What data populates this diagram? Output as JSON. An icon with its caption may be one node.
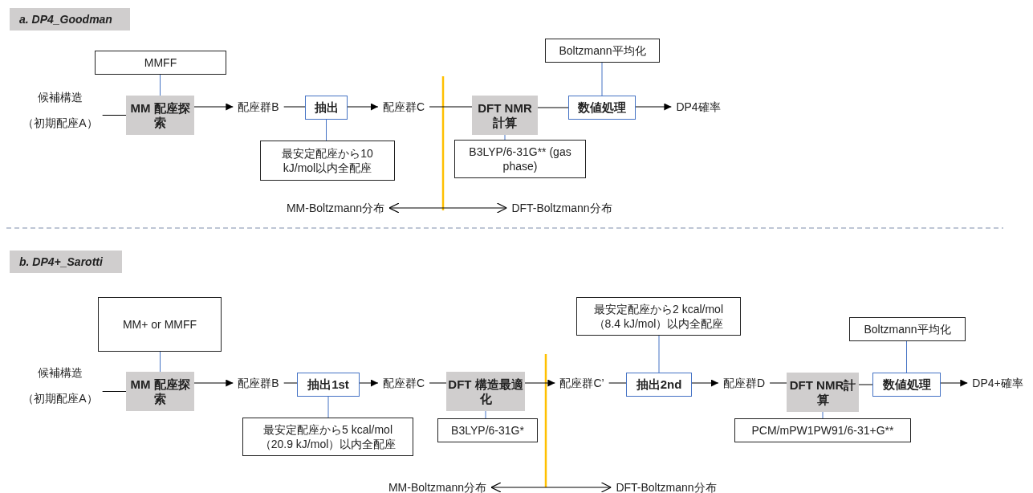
{
  "diagram": {
    "nodes": [
      {
        "text": [
          "a. DP4_Goodman"
        ]
      },
      {
        "text": [
          "候補構造",
          "（初期配座A）"
        ]
      },
      {
        "text": [
          "MM 配座探索"
        ]
      },
      {
        "text": [
          "MMFF"
        ]
      },
      {
        "text": [
          "配座群B"
        ]
      },
      {
        "text": [
          "抽出"
        ]
      },
      {
        "text": [
          "最安定配座から10 kJ/mol以内全配座"
        ]
      },
      {
        "text": [
          "配座群C"
        ]
      },
      {
        "text": [
          "DFT NMR計算"
        ]
      },
      {
        "text": [
          "B3LYP/6-31G** (gas phase)"
        ]
      },
      {
        "text": [
          "数値処理"
        ]
      },
      {
        "text": [
          "Boltzmann平均化"
        ]
      },
      {
        "text": [
          "DP4確率"
        ]
      },
      {
        "text": [
          "MM-Boltzmann分布"
        ]
      },
      {
        "text": [
          "DFT-Boltzmann分布"
        ]
      },
      {
        "text": [
          "b. DP4+_Sarotti"
        ]
      },
      {
        "text": [
          "候補構造",
          "（初期配座A）"
        ]
      },
      {
        "text": [
          "MM 配座探索"
        ]
      },
      {
        "text": [
          "MM+ or MMFF"
        ]
      },
      {
        "text": [
          "配座群B"
        ]
      },
      {
        "text": [
          "抽出1st"
        ]
      },
      {
        "text": [
          "最安定配座から5 kcal/mol（20.9 kJ/mol）以内全配座"
        ]
      },
      {
        "text": [
          "配座群C"
        ]
      },
      {
        "text": [
          "DFT 構造最適化"
        ]
      },
      {
        "text": [
          "B3LYP/6-31G*"
        ]
      },
      {
        "text": [
          "配座群C’"
        ]
      },
      {
        "text": [
          "抽出2nd"
        ]
      },
      {
        "text": [
          "最安定配座から2 kcal/mol（8.4 kJ/mol）以内全配座"
        ]
      },
      {
        "text": [
          "配座群D"
        ]
      },
      {
        "text": [
          "DFT NMR計算"
        ]
      },
      {
        "text": [
          "PCM/mPW1PW91/6-31+G**"
        ]
      },
      {
        "text": [
          "数値処理"
        ]
      },
      {
        "text": [
          "Boltzmann平均化"
        ]
      },
      {
        "text": [
          "DP4+確率"
        ]
      },
      {
        "text": [
          "MM-Boltzmann分布"
        ]
      },
      {
        "text": [
          "DFT-Boltzmann分布"
        ]
      }
    ],
    "edges": [
      {
        "from": 1,
        "to": 2,
        "arrow": "none"
      },
      {
        "from": 2,
        "to": 4,
        "arrow": "to"
      },
      {
        "from": 4,
        "to": 5,
        "arrow": "none"
      },
      {
        "from": 5,
        "to": 7,
        "arrow": "to"
      },
      {
        "from": 7,
        "to": 8,
        "arrow": "none"
      },
      {
        "from": 8,
        "to": 10,
        "arrow": "none"
      },
      {
        "from": 10,
        "to": 12,
        "arrow": "to"
      },
      {
        "from": 3,
        "to": 2,
        "arrow": "none",
        "color": "#4472c4"
      },
      {
        "from": 5,
        "to": 6,
        "arrow": "none",
        "color": "#4472c4"
      },
      {
        "from": 8,
        "to": 9,
        "arrow": "none",
        "color": "#4472c4"
      },
      {
        "from": 11,
        "to": 10,
        "arrow": "none",
        "color": "#4472c4"
      },
      {
        "from": 13,
        "to": 14,
        "arrow": "both"
      },
      {
        "from": 16,
        "to": 17,
        "arrow": "none"
      },
      {
        "from": 17,
        "to": 19,
        "arrow": "to"
      },
      {
        "from": 19,
        "to": 20,
        "arrow": "none"
      },
      {
        "from": 20,
        "to": 22,
        "arrow": "to"
      },
      {
        "from": 22,
        "to": 23,
        "arrow": "none"
      },
      {
        "from": 23,
        "to": 25,
        "arrow": "to"
      },
      {
        "from": 25,
        "to": 26,
        "arrow": "none"
      },
      {
        "from": 26,
        "to": 28,
        "arrow": "to"
      },
      {
        "from": 28,
        "to": 29,
        "arrow": "none"
      },
      {
        "from": 29,
        "to": 31,
        "arrow": "none"
      },
      {
        "from": 31,
        "to": 33,
        "arrow": "to"
      },
      {
        "from": 18,
        "to": 17,
        "arrow": "none",
        "color": "#4472c4"
      },
      {
        "from": 20,
        "to": 21,
        "arrow": "none",
        "color": "#4472c4"
      },
      {
        "from": 23,
        "to": 24,
        "arrow": "none",
        "color": "#4472c4"
      },
      {
        "from": 27,
        "to": 26,
        "arrow": "none",
        "color": "#4472c4"
      },
      {
        "from": 29,
        "to": 30,
        "arrow": "none",
        "color": "#4472c4"
      },
      {
        "from": 32,
        "to": 31,
        "arrow": "none",
        "color": "#4472c4"
      },
      {
        "from": 34,
        "to": 35,
        "arrow": "both"
      }
    ]
  }
}
